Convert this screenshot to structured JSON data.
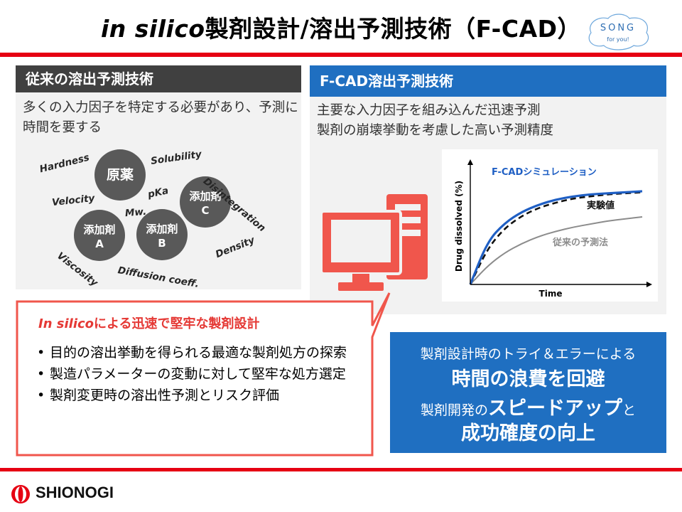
{
  "header": {
    "title_italic": "in silico",
    "title_rest": "製剤設計/溶出予測技術（F-CAD）",
    "logo_main": "SONG",
    "logo_sub": "for you!"
  },
  "left": {
    "heading": "従来の溶出予測技術",
    "description": "多くの入力因子を特定する必要があり、予測に時間を要する",
    "circles": [
      {
        "line1": "原薬",
        "line2": ""
      },
      {
        "line1": "添加剤",
        "line2": "A"
      },
      {
        "line1": "添加剤",
        "line2": "B"
      },
      {
        "line1": "添加剤",
        "line2": "C"
      }
    ],
    "factors": [
      "Hardness",
      "Solubility",
      "Disintegration",
      "pKa",
      "Velocity",
      "Mw.",
      "Density",
      "Viscosity",
      "Diffusion coeff."
    ]
  },
  "right": {
    "heading": "F-CAD溶出予測技術",
    "description_lines": [
      "主要な入力因子を組み込んだ迅速予測",
      "製剤の崩壊挙動を考慮した高い予測精度"
    ]
  },
  "chart_data": {
    "type": "line",
    "title": "",
    "xlabel": "Time",
    "ylabel": "Drug dissolved (%)",
    "axis_ticks": false,
    "series": [
      {
        "name": "F-CADシミュレーション",
        "color": "#1f5fc4",
        "style": "solid",
        "x": [
          0,
          1,
          2,
          3,
          4,
          5,
          6,
          7,
          8,
          9,
          10
        ],
        "y": [
          0,
          42,
          60,
          71,
          78,
          83,
          86,
          88,
          89,
          90,
          91
        ]
      },
      {
        "name": "実験値",
        "color": "#111111",
        "style": "dashed",
        "x": [
          0,
          1,
          2,
          3,
          4,
          5,
          6,
          7,
          8,
          9,
          10
        ],
        "y": [
          0,
          35,
          55,
          67,
          75,
          80,
          84,
          86,
          88,
          89,
          90
        ]
      },
      {
        "name": "従来の予測法",
        "color": "#8c8c8c",
        "style": "solid",
        "x": [
          0,
          1,
          2,
          3,
          4,
          5,
          6,
          7,
          8,
          9,
          10
        ],
        "y": [
          0,
          18,
          31,
          40,
          47,
          52,
          56,
          59,
          62,
          64,
          66
        ]
      }
    ]
  },
  "callout": {
    "title_italic": "In silico",
    "title_rest": "による迅速で堅牢な製剤設計",
    "bullet": "•",
    "items": [
      "目的の溶出挙動を得られる最適な製剤処方の探索",
      "製造パラメーターの変動に対して堅牢な処方選定",
      "製剤変更時の溶出性予測とリスク評価"
    ]
  },
  "summary": {
    "line1": "製剤設計時のトライ＆エラーによる",
    "line2": "時間の浪費を回避",
    "line3_pre": "製剤開発の",
    "line3_big": "スピードアップ",
    "line3_post": "と",
    "line4": "成功確度の向上"
  },
  "footer": {
    "company": "SHIONOGI"
  },
  "colors": {
    "accent_red": "#e60012",
    "blue": "#1f6fc1",
    "dark_gray": "#404040",
    "circle_gray": "#595959",
    "computer_icon": "#f0564c"
  }
}
